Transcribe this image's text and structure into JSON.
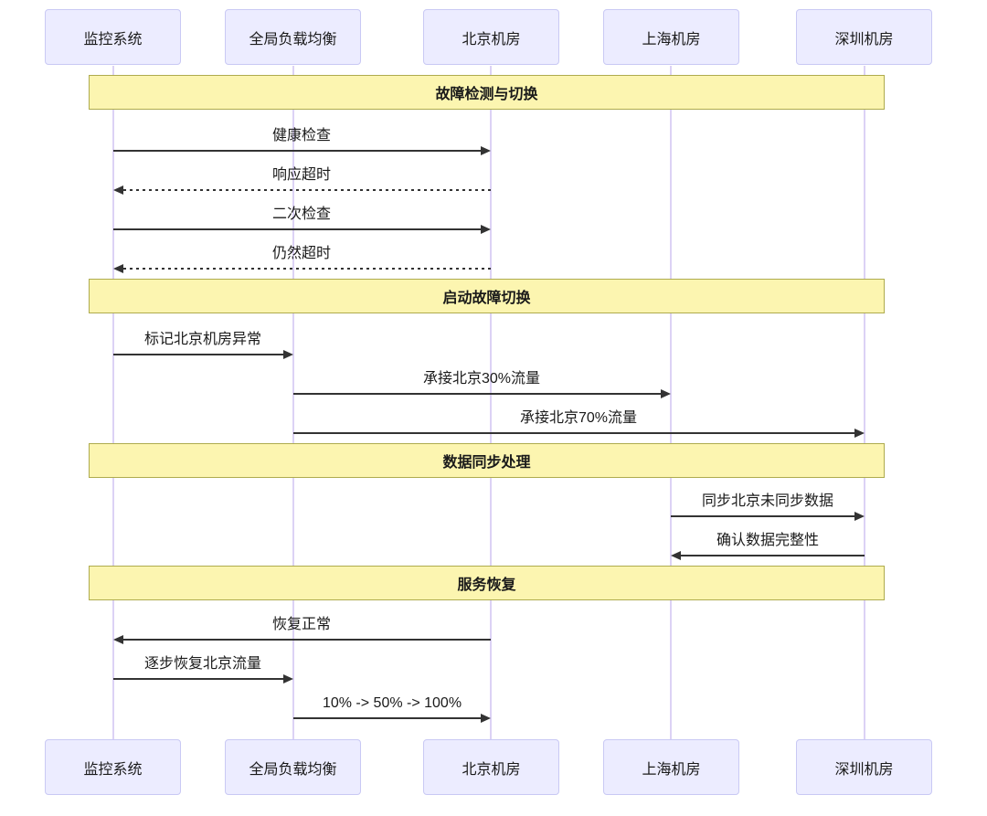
{
  "colors": {
    "actor-fill": "#ECECFF",
    "actor-border": "#C9C9F4",
    "section-fill": "#FCF5B0",
    "section-border": "#AEAB4E",
    "lifeline": "#DCD2F5",
    "arrow": "#333333",
    "text": "#1A1A1A"
  },
  "diagram_type": "sequence",
  "participants": [
    {
      "label": "监控系统"
    },
    {
      "label": "全局负载均衡"
    },
    {
      "label": "北京机房"
    },
    {
      "label": "上海机房"
    },
    {
      "label": "深圳机房"
    }
  ],
  "sections": [
    {
      "label": "故障检测与切换"
    },
    {
      "label": "启动故障切换"
    },
    {
      "label": "数据同步处理"
    },
    {
      "label": "服务恢复"
    }
  ],
  "messages": [
    {
      "label": "健康检查",
      "from": "监控系统",
      "to": "北京机房",
      "line": "solid"
    },
    {
      "label": "响应超时",
      "from": "北京机房",
      "to": "监控系统",
      "line": "dashed"
    },
    {
      "label": "二次检查",
      "from": "监控系统",
      "to": "北京机房",
      "line": "solid"
    },
    {
      "label": "仍然超时",
      "from": "北京机房",
      "to": "监控系统",
      "line": "dashed"
    },
    {
      "label": "标记北京机房异常",
      "from": "监控系统",
      "to": "全局负载均衡",
      "line": "solid"
    },
    {
      "label": "承接北京30%流量",
      "from": "全局负载均衡",
      "to": "上海机房",
      "line": "solid"
    },
    {
      "label": "承接北京70%流量",
      "from": "全局负载均衡",
      "to": "深圳机房",
      "line": "solid"
    },
    {
      "label": "同步北京未同步数据",
      "from": "上海机房",
      "to": "深圳机房",
      "line": "solid"
    },
    {
      "label": "确认数据完整性",
      "from": "深圳机房",
      "to": "上海机房",
      "line": "solid"
    },
    {
      "label": "恢复正常",
      "from": "北京机房",
      "to": "监控系统",
      "line": "solid"
    },
    {
      "label": "逐步恢复北京流量",
      "from": "监控系统",
      "to": "全局负载均衡",
      "line": "solid"
    },
    {
      "label": "10% -> 50% -> 100%",
      "from": "全局负载均衡",
      "to": "北京机房",
      "line": "solid"
    }
  ]
}
